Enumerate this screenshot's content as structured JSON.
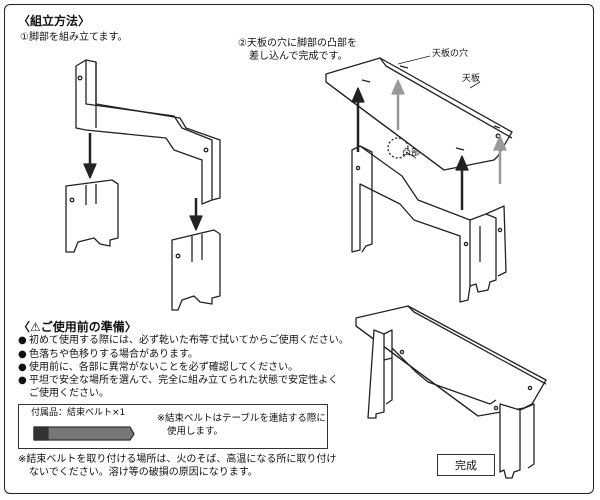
{
  "assembly": {
    "title": "〈組立方法〉",
    "step1": "①脚部を組み立てます。",
    "step2_line1": "②天板の穴に脚部の凸部を",
    "step2_line2": "差し込んで完成です。",
    "label_hole": "天板の穴",
    "label_top": "天板",
    "label_convex": "凸部"
  },
  "precautions": {
    "title": "〈⚠ご使用前の準備〉",
    "items": [
      "初めて使用する際には、必ず乾いた布等で拭いてからご使用ください。",
      "色落ちや色移りする場合があります。",
      "使用前に、各部に異常がないことを必ず確認してください。",
      "平坦で安全な場所を選んで、完全に組み立てられた状態で安定性よく",
      "ご使用ください。"
    ]
  },
  "accessory": {
    "label": "付属品：結束ベルト×1",
    "note_line1": "※結束ベルトはテーブルを連結する際に",
    "note_line2": "使用します。"
  },
  "warning": {
    "line1": "※結束ベルトを取り付ける場所は、火のそば、高温になる所に取り付け",
    "line2": "ないでください。溶け等の破損の原因になります。"
  },
  "done_label": "完成"
}
